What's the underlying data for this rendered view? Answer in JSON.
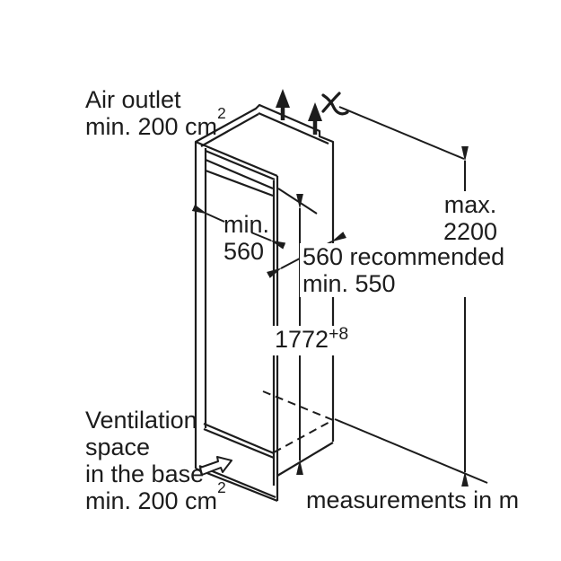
{
  "diagram": {
    "title": "appliance-niche-installation-diagram",
    "labels": {
      "air_outlet": {
        "line1": "Air outlet",
        "line2": "min. 200 cm",
        "superscript": "2"
      },
      "ventilation": {
        "line1": "Ventilation",
        "line2": "space",
        "line3": "in the base",
        "line4": "min. 200 cm",
        "superscript": "2"
      },
      "opening_depth": {
        "line1": "min.",
        "line2": "560"
      },
      "recommended_depth": {
        "line1": "560 recommended",
        "line2": "min. 550"
      },
      "niche_height": {
        "value": "1772",
        "tolerance": "+8"
      },
      "max_height": {
        "line1": "max.",
        "line2": "2200"
      },
      "units_note": "measurements in m"
    },
    "icons": {
      "airflow_up": "upward airflow arrows on cabinet top",
      "power_cord": "mains cable position symbol",
      "base_airflow": "hollow arrow into ventilation base"
    },
    "colors": {
      "line": "#1c1c1c",
      "text": "#1c1c1c",
      "background": "#ffffff"
    }
  }
}
